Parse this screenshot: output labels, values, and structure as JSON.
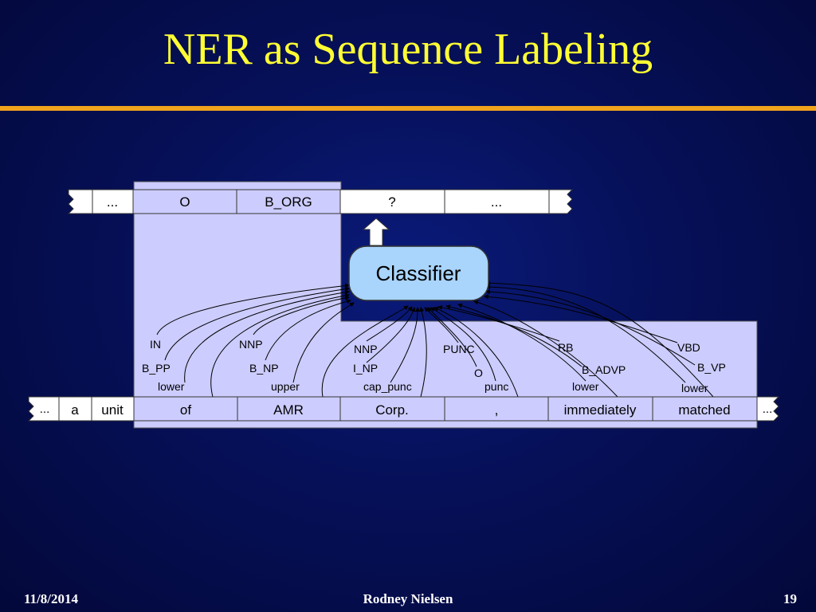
{
  "title": "NER as Sequence Labeling",
  "footer": {
    "date": "11/8/2014",
    "author": "Rodney Nielsen",
    "page": "19"
  },
  "diagram": {
    "label_row": [
      "...",
      "O",
      "B_ORG",
      "?",
      "..."
    ],
    "classifier": "Classifier",
    "token_row": [
      "...",
      "a",
      "unit",
      "of",
      "AMR",
      "Corp.",
      ",",
      "immediately",
      "matched",
      "..."
    ],
    "features": {
      "of": [
        "IN",
        "B_PP",
        "lower"
      ],
      "AMR": [
        "NNP",
        "B_NP",
        "upper"
      ],
      "Corp.": [
        "NNP",
        "I_NP",
        "cap_punc"
      ],
      "comma": [
        "PUNC",
        "O",
        "punc"
      ],
      "immediately": [
        "RB",
        "B_ADVP",
        "lower"
      ],
      "matched": [
        "VBD",
        "B_VP",
        "lower"
      ]
    }
  },
  "colors": {
    "background": "#061058",
    "title": "#ffff33",
    "rule": "#f0a31c",
    "window": "#ccccff",
    "classifier": "#a9d4fb"
  }
}
